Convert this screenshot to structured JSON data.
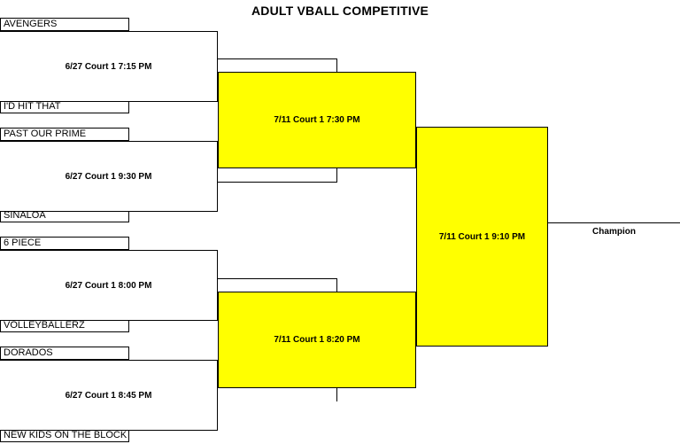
{
  "title": "ADULT VBALL COMPETITIVE",
  "teams": [
    "AVENGERS",
    "I'D HIT THAT",
    "PAST OUR PRIME",
    "SINALOA",
    "6 PIECE",
    "VOLLEYBALLERZ",
    "DORADOS",
    "NEW KIDS ON THE BLOCK"
  ],
  "round1": [
    "6/27 Court 1 7:15 PM",
    "6/27 Court 1 9:30 PM",
    "6/27 Court 1 8:00 PM",
    "6/27 Court 1 8:45 PM"
  ],
  "round2": [
    "7/11 Court 1 7:30 PM",
    "7/11 Court 1 8:20 PM"
  ],
  "final": "7/11 Court 1 9:10 PM",
  "champion_label": "Champion",
  "colors": {
    "highlight": "#ffff00",
    "line": "#000000"
  }
}
